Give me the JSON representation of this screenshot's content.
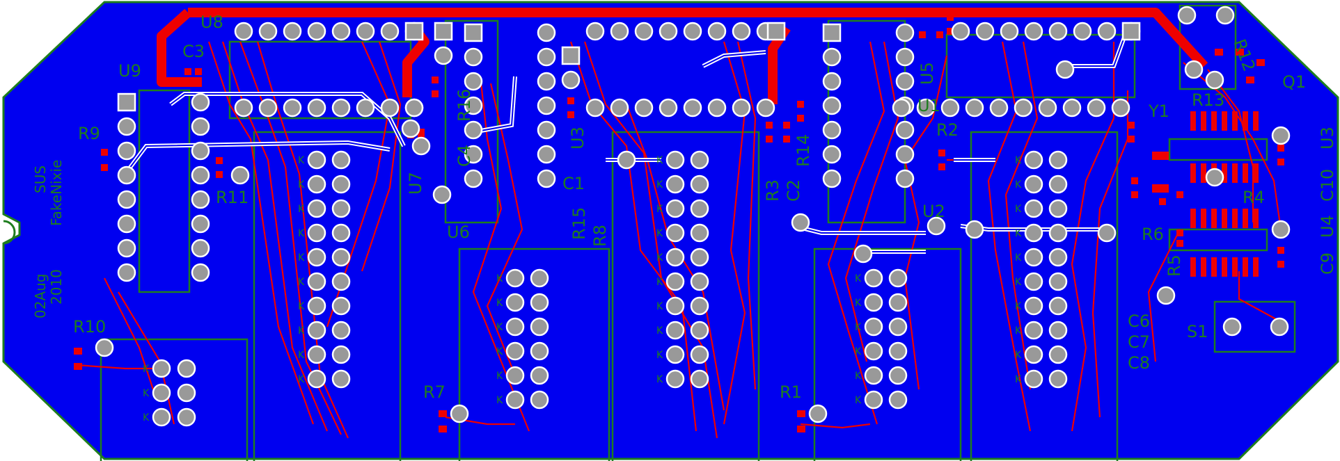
{
  "colors": {
    "board": "#0000f0",
    "outline": "#1e7d1e",
    "silk": "#1e7d1e",
    "trace": "#ee0000",
    "pad": "#999999",
    "pad_ring": "#ffffff",
    "smd": "#ee0000"
  },
  "board_text": {
    "brand": "SUS",
    "product": "FakeNixie",
    "date": "02Aug",
    "year": "2010",
    "k": "K"
  },
  "labels": {
    "U8": "U8",
    "C3": "C3",
    "U9": "U9",
    "R9": "R9",
    "R11": "R11",
    "R10": "R10",
    "R7": "R7",
    "R1": "R1",
    "U7": "U7",
    "C4": "C4",
    "R16": "R16",
    "C1": "C1",
    "R15": "R15",
    "R8": "R8",
    "U6": "U6",
    "U3b": "U3",
    "R3": "R3",
    "C2": "C2",
    "R14": "R14",
    "U5": "U5",
    "U1": "U1",
    "R2": "R2",
    "U2": "U2",
    "Y1": "Y1",
    "R12": "R12",
    "Q1": "Q1",
    "R13": "R13",
    "U3": "U3",
    "C10": "C10",
    "R4": "R4",
    "U4": "U4",
    "R6": "R6",
    "R5": "R5",
    "C9": "C9",
    "C6": "C6",
    "C7": "C7",
    "C8": "C8",
    "S1": "S1"
  }
}
